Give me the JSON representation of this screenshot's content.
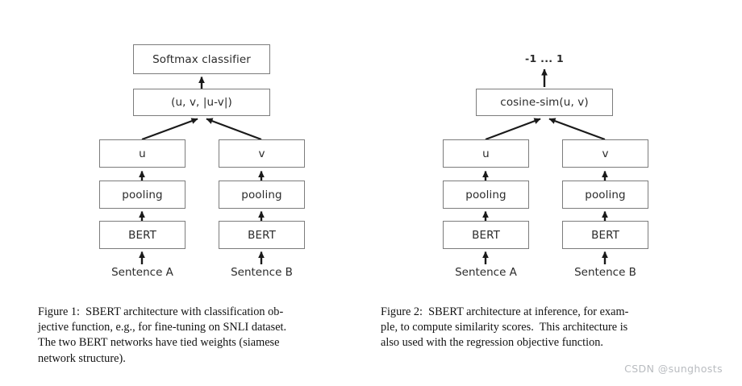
{
  "document": {
    "background_color": "#ffffff",
    "box_border_color": "#7c7c7c",
    "arrow_color": "#1a1a1a",
    "watermark": "CSDN @sunghosts"
  },
  "figure1": {
    "id": "figure-1",
    "nodes": {
      "softmax": "Softmax classifier",
      "concat": "(u, v, |u-v|)",
      "u": "u",
      "v": "v",
      "pooling_left": "pooling",
      "pooling_right": "pooling",
      "bert_left": "BERT",
      "bert_right": "BERT"
    },
    "inputs": {
      "left": "Sentence A",
      "right": "Sentence B"
    },
    "caption": {
      "lines": [
        "Figure 1:  SBERT architecture with classification ob-",
        "jective function, e.g., for fine-tuning on SNLI dataset.",
        "The two BERT networks have tied weights (siamese",
        "network structure)."
      ],
      "full_text": "Figure 1: SBERT architecture with classification objective function, e.g., for fine-tuning on SNLI dataset. The two BERT networks have tied weights (siamese network structure)."
    }
  },
  "figure2": {
    "id": "figure-2",
    "nodes": {
      "output_range": "-1 ... 1",
      "cosine": "cosine-sim(u, v)",
      "u": "u",
      "v": "v",
      "pooling_left": "pooling",
      "pooling_right": "pooling",
      "bert_left": "BERT",
      "bert_right": "BERT"
    },
    "inputs": {
      "left": "Sentence A",
      "right": "Sentence B"
    },
    "caption": {
      "lines": [
        "Figure 2:  SBERT architecture at inference, for exam-",
        "ple, to compute similarity scores.  This architecture is",
        "also used with the regression objective function."
      ],
      "full_text": "Figure 2: SBERT architecture at inference, for example, to compute similarity scores. This architecture is also used with the regression objective function."
    }
  }
}
